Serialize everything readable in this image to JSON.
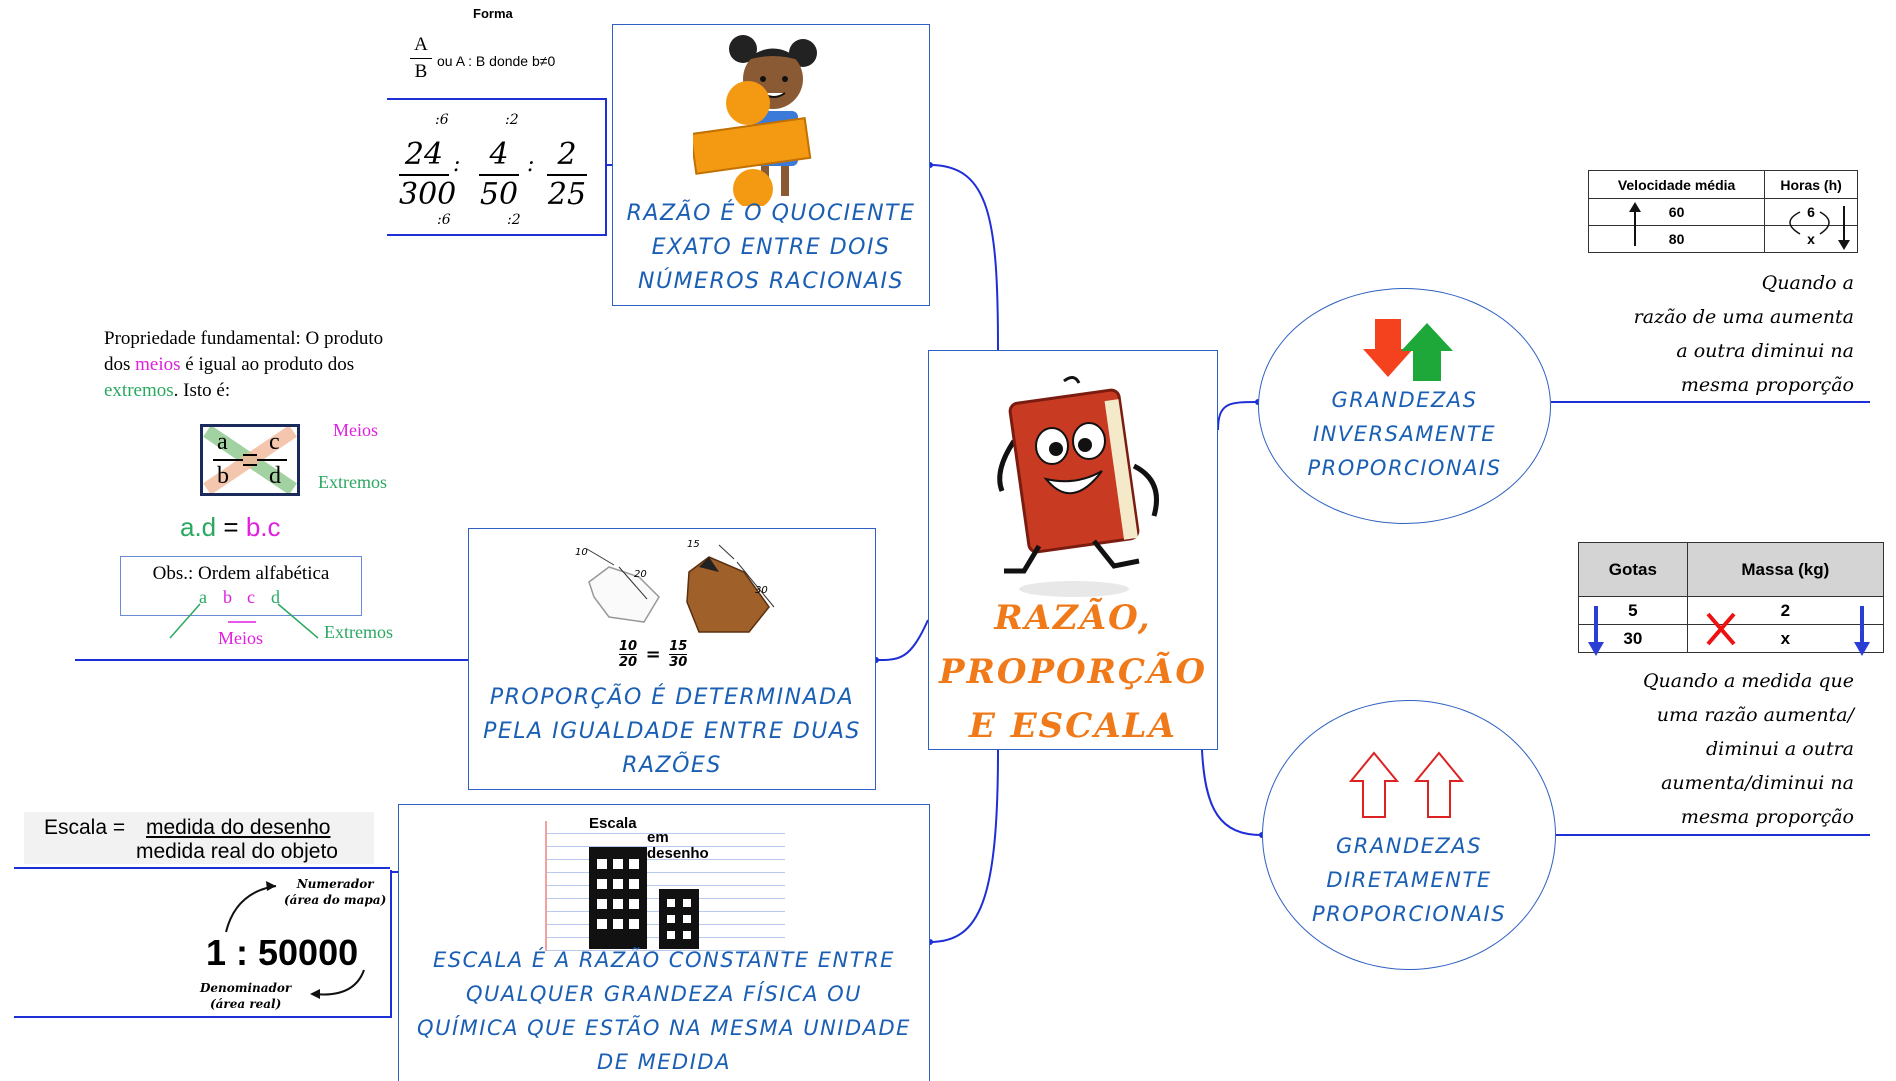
{
  "center": {
    "line1": "RAZÃO,",
    "line2": "PROPORÇÃO",
    "line3": "E ESCALA"
  },
  "razao": {
    "text_lines": [
      "RAZÃO É O QUOCIENTE",
      "EXATO ENTRE DOIS",
      "NÚMEROS RACIONAIS"
    ],
    "forma_label": "Forma",
    "frac_num": "A",
    "frac_den": "B",
    "forma_text": "ou A : B donde b≠0",
    "example": {
      "n1": "24",
      "d1": "300",
      "n2": "4",
      "d2": "50",
      "n3": "2",
      "d3": "25",
      "op1": ":6",
      "op2": ":2"
    }
  },
  "proporcao": {
    "text_lines": [
      "PROPORÇÃO É DETERMINADA",
      "PELA IGUALDADE ENTRE DUAS",
      "RAZÕES"
    ],
    "prop_text_1": "Propriedade fundamental: O produto",
    "prop_text_2a": "dos ",
    "prop_meios": "meios",
    "prop_text_2b": " é igual ao produto dos",
    "prop_extremos": "extremos",
    "prop_text_3": ". Isto é:",
    "label_meios": "Meios",
    "label_extremos": "Extremos",
    "frac_a": "a",
    "frac_b": "b",
    "frac_c": "c",
    "frac_d": "d",
    "product_ad": "a.d",
    "product_eq": "=",
    "product_bc": "b.c",
    "obs_title": "Obs.: Ordem alfabética",
    "obs_letters": [
      "a",
      "b",
      "c",
      "d"
    ],
    "obs_meios": "Meios",
    "obs_extremos": "Extremos",
    "dog_labels": [
      "10",
      "20",
      "15",
      "30"
    ],
    "dog_eq": {
      "n1": "10",
      "d1": "20",
      "n2": "15",
      "d2": "30"
    }
  },
  "escala": {
    "text_lines": [
      "ESCALA É A RAZÃO CONSTANTE ENTRE",
      "QUALQUER GRANDEZA FÍSICA OU",
      "QUÍMICA QUE ESTÃO NA MESMA UNIDADE",
      "DE MEDIDA"
    ],
    "formula_label": "Escala =",
    "formula_num": "medida do desenho",
    "formula_den": "medida real do objeto",
    "ratio": "1 : 50000",
    "numerador": "Numerador",
    "numerador_sub": "(área do mapa)",
    "denominador": "Denominador",
    "denominador_sub": "(área real)",
    "building_title_1": "Escala",
    "building_title_2": "em",
    "building_title_3": "desenho"
  },
  "inversa": {
    "text_lines": [
      "GRANDEZAS",
      "INVERSAMENTE",
      "PROPORCIONAIS"
    ],
    "table_headers": [
      "Velocidade média",
      "Horas (h)"
    ],
    "table_rows": [
      [
        "60",
        "6"
      ],
      [
        "80",
        "x"
      ]
    ],
    "note_lines": [
      "Quando a",
      "razão de uma aumenta",
      "a outra diminui na",
      "mesma proporção"
    ]
  },
  "direta": {
    "text_lines": [
      "GRANDEZAS",
      "DIRETAMENTE",
      "PROPORCIONAIS"
    ],
    "table_headers": [
      "Gotas",
      "Massa (kg)"
    ],
    "table_rows": [
      [
        "5",
        "2"
      ],
      [
        "30",
        "x"
      ]
    ],
    "note_lines": [
      "Quando a medida que",
      "uma razão aumenta/",
      "diminui a outra",
      "aumenta/diminui na",
      "mesma proporção"
    ]
  },
  "colors": {
    "node_border": "#2f61c2",
    "node_text": "#1a5fb4",
    "center_text": "#f07a1a",
    "meios": "#e020e0",
    "extremos": "#2aa860"
  }
}
